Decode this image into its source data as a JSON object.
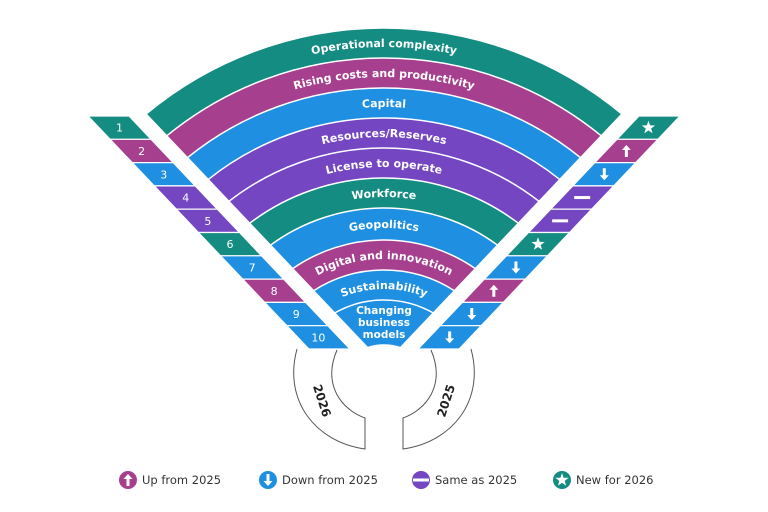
{
  "colors": {
    "teal": "#148c82",
    "magenta": "#a6408e",
    "blue": "#1e8fe1",
    "purple": "#7446c1",
    "outline": "#555555"
  },
  "bands": [
    {
      "rank": "1",
      "label": "Operational complexity",
      "color": "teal",
      "change": "new"
    },
    {
      "rank": "2",
      "label": "Rising costs and productivity",
      "color": "magenta",
      "change": "up"
    },
    {
      "rank": "3",
      "label": "Capital",
      "color": "blue",
      "change": "down"
    },
    {
      "rank": "4",
      "label": "Resources/Reserves",
      "color": "purple",
      "change": "same"
    },
    {
      "rank": "5",
      "label": "License to operate",
      "color": "purple",
      "change": "same"
    },
    {
      "rank": "6",
      "label": "Workforce",
      "color": "teal",
      "change": "new"
    },
    {
      "rank": "7",
      "label": "Geopolitics",
      "color": "blue",
      "change": "down"
    },
    {
      "rank": "8",
      "label": "Digital and innovation",
      "color": "magenta",
      "change": "up"
    },
    {
      "rank": "9",
      "label": "Sustainability",
      "color": "blue",
      "change": "down"
    },
    {
      "rank": "10",
      "label": "Changing business models",
      "label_lines": [
        "Changing",
        "business",
        "models"
      ],
      "color": "blue",
      "change": "down"
    }
  ],
  "years": {
    "left": "2026",
    "right": "2025"
  },
  "legend": [
    {
      "key": "up",
      "label": "Up from 2025",
      "color": "magenta",
      "icon": "arrow-up-icon"
    },
    {
      "key": "down",
      "label": "Down from 2025",
      "color": "blue",
      "icon": "arrow-down-icon"
    },
    {
      "key": "same",
      "label": "Same as 2025",
      "color": "purple",
      "icon": "dash-icon"
    },
    {
      "key": "new",
      "label": "New for 2026",
      "color": "teal",
      "icon": "star-icon"
    }
  ]
}
